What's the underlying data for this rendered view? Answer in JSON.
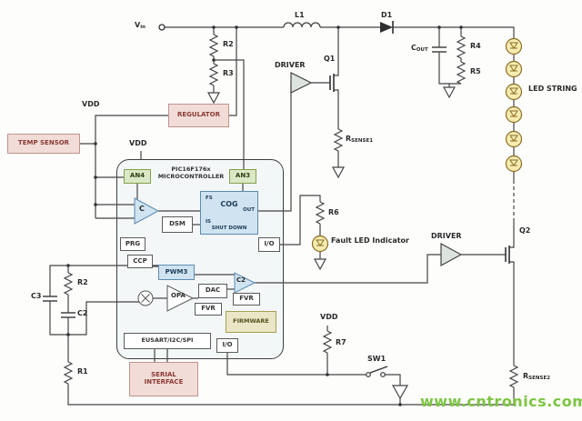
{
  "watermark": "www.cntronics.com",
  "colors": {
    "wire": "#444444",
    "block_pink": "#f2dcd7",
    "block_green": "#dbe8c6",
    "block_blue": "#cfe3f1",
    "block_tan": "#ebe6c6",
    "led_yellow": "#f6ecb0",
    "watermark_green": "#7dc542"
  },
  "labels": {
    "vin_main": "V",
    "vin_sub": "in",
    "l1": "L1",
    "d1": "D1",
    "r2_top": "R2",
    "r3": "R3",
    "r4": "R4",
    "r5": "R5",
    "cout_main": "C",
    "cout_sub": "OUT",
    "led_string": "LED STRING",
    "driver1": "DRIVER",
    "driver2": "DRIVER",
    "q1": "Q1",
    "q2": "Q2",
    "rsense1_main": "R",
    "rsense1_sub": "SENSE1",
    "rsense2_main": "R",
    "rsense2_sub": "SENSE2",
    "vdd_regulator": "VDD",
    "vdd_mcu": "VDD",
    "vdd_r7": "VDD",
    "regulator": "REGULATOR",
    "temp_sensor": "TEMP SENSOR",
    "serial_line1": "SERIAL",
    "serial_line2": "INTERFACE",
    "r6": "R6",
    "fault_led": "Fault LED Indicator",
    "r2_bottom": "R2",
    "c3": "C3",
    "c2_bottom": "C2",
    "r1": "R1",
    "r7": "R7",
    "sw1": "SW1"
  },
  "mcu": {
    "title_line1": "PIC16F176x",
    "title_line2": "MICROCONTROLLER",
    "an4": "AN4",
    "an3": "AN3",
    "comparator1": "C",
    "cog": {
      "name": "COG",
      "fs": "FS",
      "is": "IS",
      "out": "OUT",
      "shutdown": "SHUT DOWN"
    },
    "dsm": "DSM",
    "prg": "PRG",
    "ccp": "CCP",
    "io_right": "I/O",
    "io_bottom": "I/O",
    "pwm3": "PWM3",
    "opa": "OPA",
    "dac": "DAC",
    "c2": "C2",
    "fvr_a": "FVR",
    "fvr_b": "FVR",
    "firmware": "FIRMWARE",
    "eusart": "EUSART/I2C/SPI"
  }
}
